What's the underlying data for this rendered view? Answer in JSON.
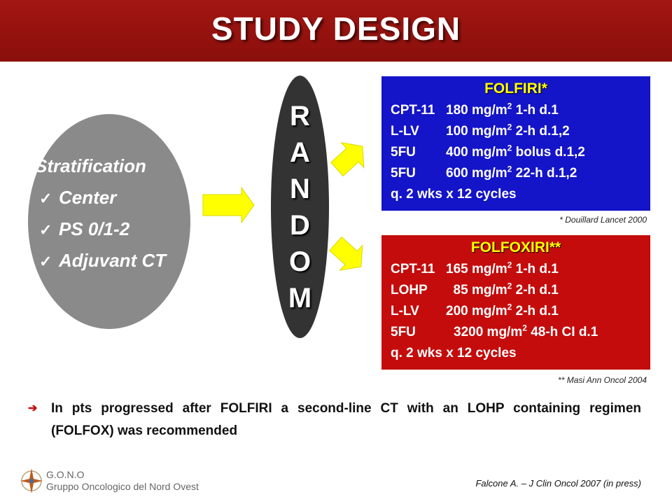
{
  "header": {
    "title": "STUDY DESIGN",
    "bg_color": "#8a0f0c"
  },
  "stratification": {
    "heading": "Stratification",
    "items": [
      "Center",
      "PS 0/1-2",
      "Adjuvant CT"
    ],
    "check_glyph": "✓"
  },
  "random": {
    "letters": [
      "R",
      "A",
      "N",
      "D",
      "O",
      "M"
    ]
  },
  "arms": [
    {
      "title": "FOLFIRI*",
      "color": "#1414c8",
      "rows": [
        {
          "drug": "CPT-11",
          "pre": "180 mg/m",
          "post": " 1-h d.1"
        },
        {
          "drug": "L-LV",
          "pre": "100 mg/m",
          "post": " 2-h d.1,2"
        },
        {
          "drug": "5FU",
          "pre": "400 mg/m",
          "post": " bolus d.1,2"
        },
        {
          "drug": "5FU",
          "pre": "600 mg/m",
          "post": " 22-h d.1,2"
        }
      ],
      "schedule": "q. 2 wks x 12 cycles",
      "citation": "* Douillard Lancet 2000"
    },
    {
      "title": "FOLFOXIRI**",
      "color": "#c40c0c",
      "rows": [
        {
          "drug": "CPT-11",
          "pre": "165 mg/m",
          "post": " 1-h d.1"
        },
        {
          "drug": "LOHP",
          "pre": "  85 mg/m",
          "post": " 2-h d.1"
        },
        {
          "drug": "L-LV",
          "pre": "200 mg/m",
          "post": " 2-h d.1"
        },
        {
          "drug": "5FU",
          "pre": "3200 mg/m",
          "post": " 48-h CI d.1"
        }
      ],
      "schedule": "q. 2 wks x 12 cycles",
      "citation": "** Masi Ann Oncol 2004"
    }
  ],
  "superscript": "2",
  "note": "In pts progressed after FOLFIRI a second-line CT with an LOHP containing regimen (FOLFOX) was recommended",
  "logo": {
    "line1": "G.O.N.O",
    "line2": "Gruppo Oncologico del Nord Ovest"
  },
  "reference": "Falcone A. – J Clin Oncol 2007 (in press)",
  "arrow_color": "#ffff00"
}
